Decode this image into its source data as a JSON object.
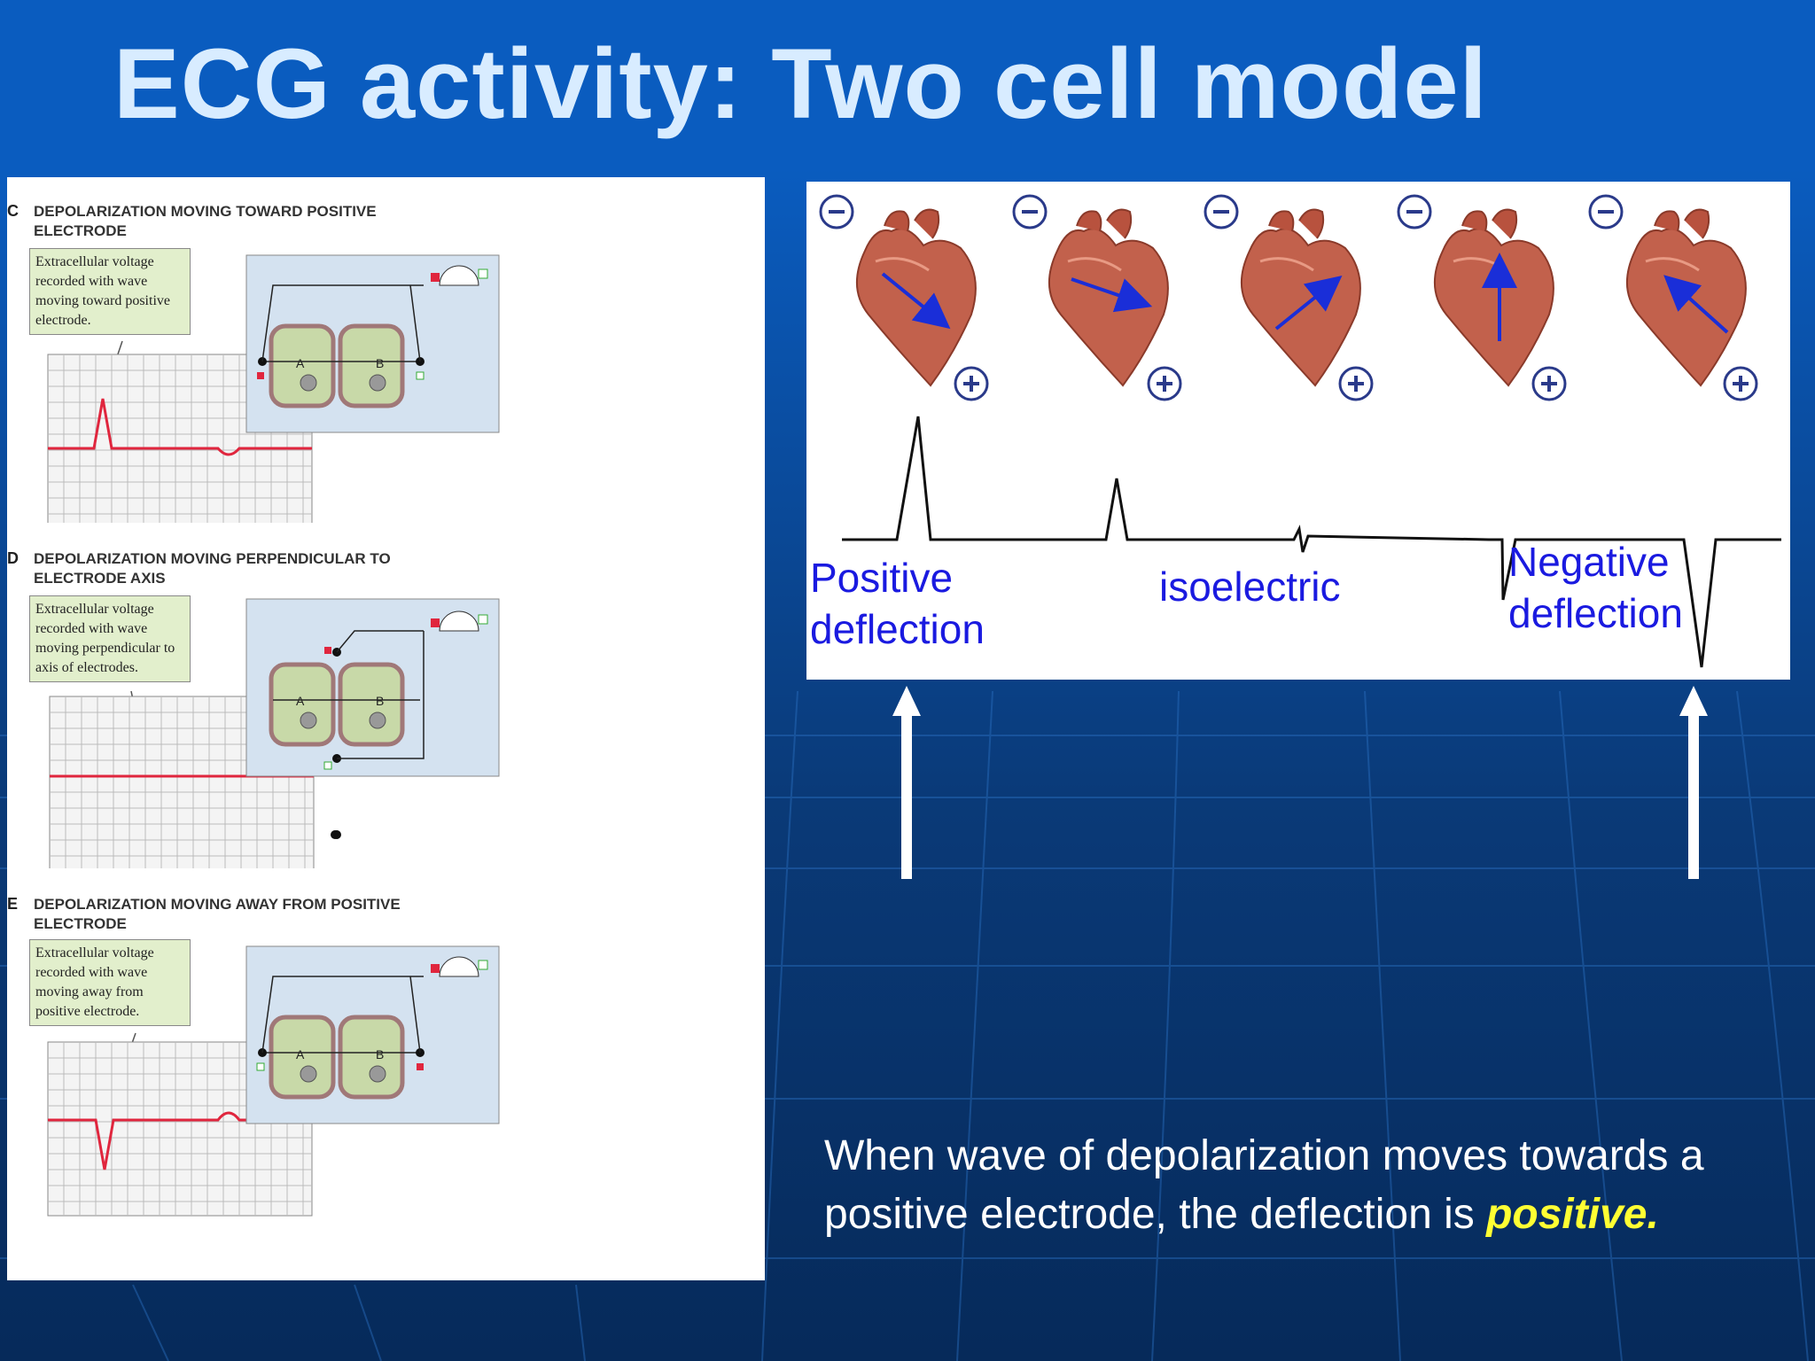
{
  "slide": {
    "title": "ECG activity: Two cell model"
  },
  "left_figure": {
    "sections": [
      {
        "letter": "C",
        "title": "DEPOLARIZATION MOVING TOWARD POSITIVE ELECTRODE",
        "callout": "Extracellular voltage recorded with wave moving toward positive electrode.",
        "deflection": "positive",
        "cell_a": "A",
        "cell_b": "B"
      },
      {
        "letter": "D",
        "title": "DEPOLARIZATION MOVING PERPENDICULAR TO ELECTRODE AXIS",
        "callout": "Extracellular voltage recorded with wave moving perpendicular to axis of electrodes.",
        "deflection": "none",
        "cell_a": "A",
        "cell_b": "B"
      },
      {
        "letter": "E",
        "title": "DEPOLARIZATION MOVING AWAY FROM POSITIVE ELECTRODE",
        "callout": "Extracellular voltage recorded with wave moving away from positive electrode.",
        "deflection": "negative",
        "cell_a": "A",
        "cell_b": "B"
      }
    ]
  },
  "right_figure": {
    "hearts": [
      {
        "vector": "down-right, toward positive electrode"
      },
      {
        "vector": "right, slightly downward"
      },
      {
        "vector": "up-right"
      },
      {
        "vector": "straight up"
      },
      {
        "vector": "up-left, away from positive electrode"
      }
    ],
    "electrode_negative_symbol": "−",
    "electrode_positive_symbol": "+",
    "labels": {
      "positive_line1": "Positive",
      "positive_line2": "deflection",
      "isoelectric": "isoelectric",
      "negative_line1": "Negative",
      "negative_line2": "deflection"
    }
  },
  "caption": {
    "text": "When wave of depolarization moves towards a positive electrode, the deflection is ",
    "emphasis": "positive."
  },
  "colors": {
    "background": "#0a5cbf",
    "title": "#d8ecff",
    "trace_red": "#e0263e",
    "label_blue": "#1a1ae0",
    "emphasis_yellow": "#ffff33",
    "heart": "#c2614c",
    "vector_arrow": "#1a2ed8"
  }
}
